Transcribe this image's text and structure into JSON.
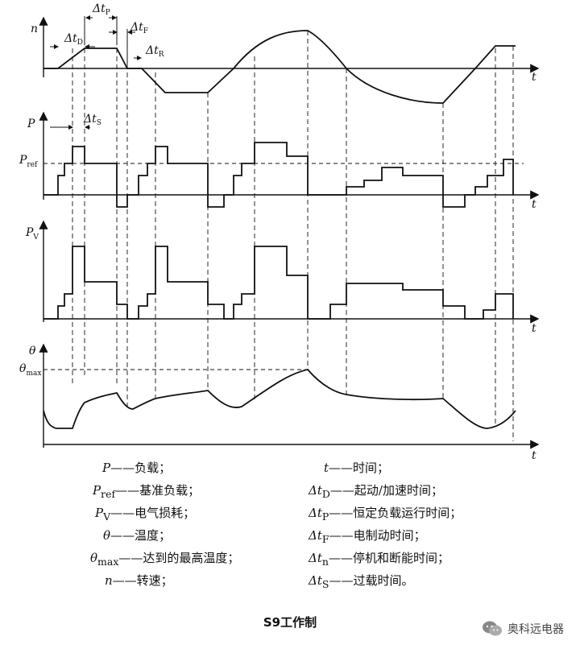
{
  "panels": {
    "n": {
      "ylabel": "n",
      "tlabel": "t"
    },
    "p": {
      "ylabel": "P",
      "ref_label": "P",
      "ref_sub": "ref",
      "tlabel": "t"
    },
    "pv": {
      "ylabel": "P",
      "ylabel_sub": "V",
      "tlabel": "t"
    },
    "theta": {
      "ylabel": "θ",
      "max_label": "θ",
      "max_sub": "max",
      "tlabel": "t"
    }
  },
  "intervals": {
    "tD": {
      "delta": "Δ",
      "t": "t",
      "sub": "D"
    },
    "tP": {
      "delta": "Δ",
      "t": "t",
      "sub": "P"
    },
    "tF": {
      "delta": "Δ",
      "t": "t",
      "sub": "F"
    },
    "tR": {
      "delta": "Δ",
      "t": "t",
      "sub": "R"
    },
    "tS": {
      "delta": "Δ",
      "t": "t",
      "sub": "S"
    }
  },
  "legend_left": [
    {
      "sym": "P",
      "sub": "",
      "text": "——负载；"
    },
    {
      "sym": "P",
      "sub": "ref",
      "text": "——基准负载；"
    },
    {
      "sym": "P",
      "sub": "V",
      "text": "——电气损耗；"
    },
    {
      "sym": "θ",
      "sub": "",
      "text": "——温度；"
    },
    {
      "sym": "θ",
      "sub": "max",
      "text": "——达到的最高温度；"
    },
    {
      "sym": "n",
      "sub": "",
      "text": "——转速；"
    }
  ],
  "legend_right": [
    {
      "sym": "t",
      "sub": "",
      "text": "——时间；"
    },
    {
      "sym": "Δt",
      "sub": "D",
      "text": "——起动/加速时间；"
    },
    {
      "sym": "Δt",
      "sub": "P",
      "text": "——恒定负载运行时间；"
    },
    {
      "sym": "Δt",
      "sub": "F",
      "text": "——电制动时间；"
    },
    {
      "sym": "Δt",
      "sub": "n",
      "text": "——停机和断能时间；"
    },
    {
      "sym": "Δt",
      "sub": "S",
      "text": "——过载时间。"
    }
  ],
  "caption": "S9工作制",
  "watermark": {
    "text": "奥科远电器",
    "icon": "wechat-icon"
  }
}
